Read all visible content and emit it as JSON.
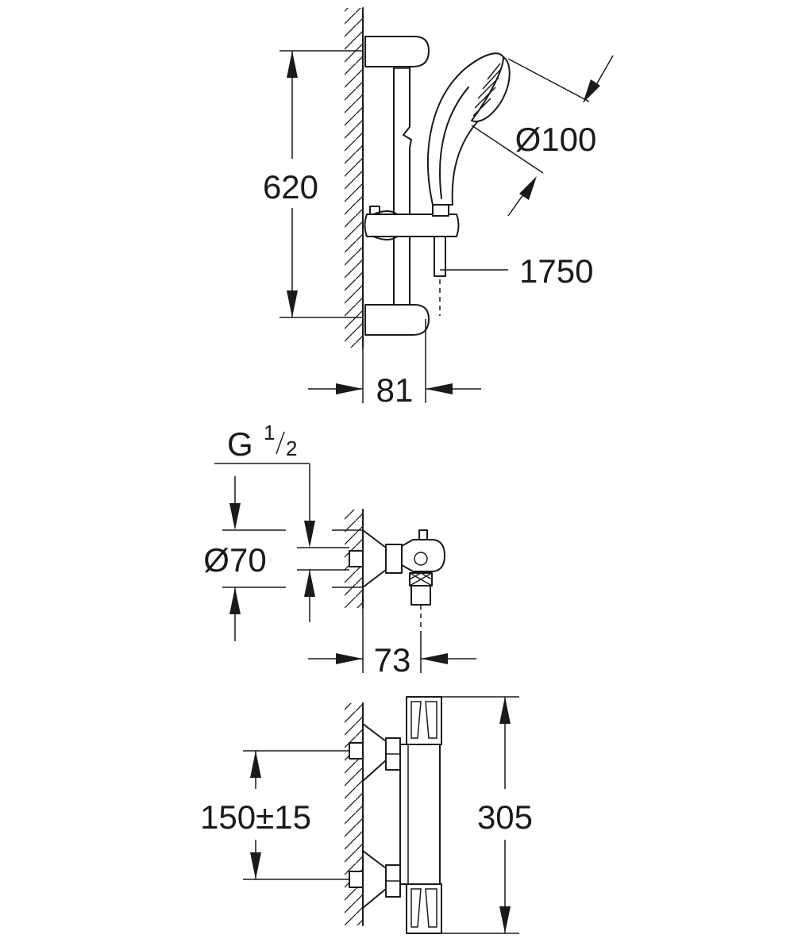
{
  "dimensions": {
    "rail_length": "620",
    "head_diameter": "Ø100",
    "hose_length": "1750",
    "rail_offset": "81",
    "thread_main": "G",
    "thread_num": "1",
    "thread_den": "2",
    "flange_diameter": "Ø70",
    "mixer_depth": "73",
    "inlet_spacing": "150±15",
    "mixer_height": "305"
  }
}
